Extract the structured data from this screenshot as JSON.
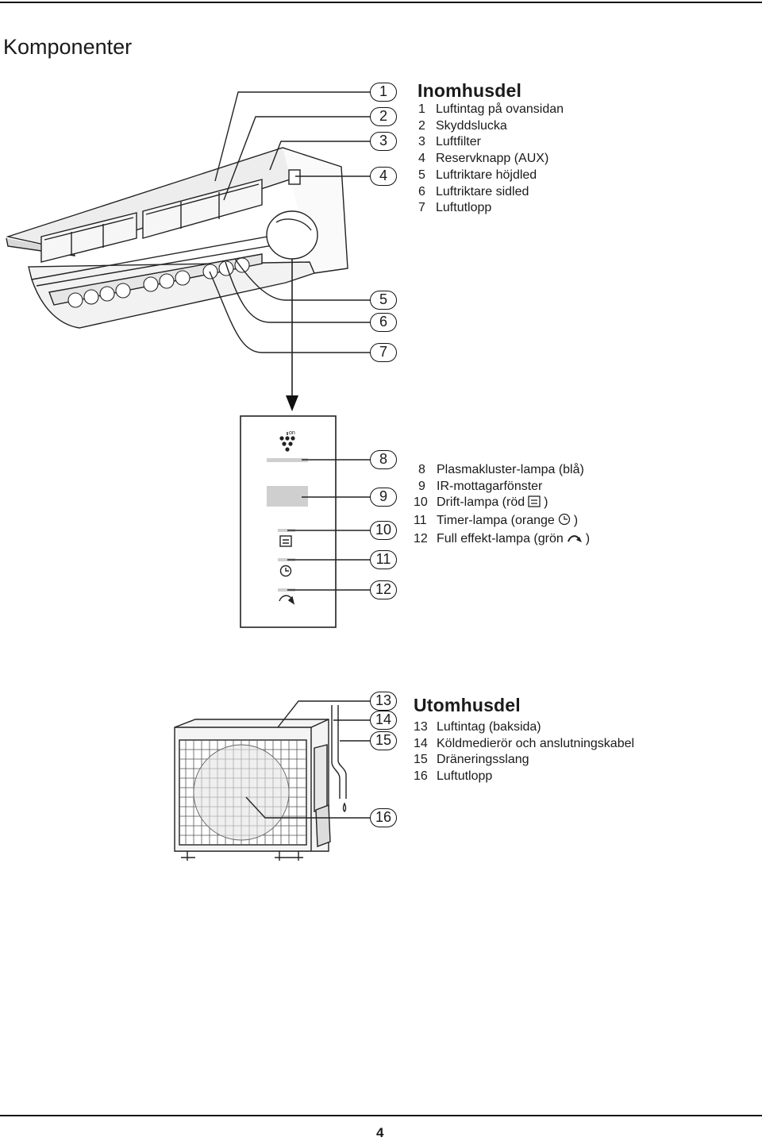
{
  "page": {
    "title": "Komponenter",
    "number": "4"
  },
  "indoor": {
    "heading": "Inomhusdel",
    "items": [
      {
        "num": "1",
        "label": "Luftintag på ovansidan"
      },
      {
        "num": "2",
        "label": "Skyddslucka"
      },
      {
        "num": "3",
        "label": "Luftfilter"
      },
      {
        "num": "4",
        "label": "Reservknapp (AUX)"
      },
      {
        "num": "5",
        "label": "Luftriktare höjdled"
      },
      {
        "num": "6",
        "label": "Luftriktare sidled"
      },
      {
        "num": "7",
        "label": "Luftutlopp"
      }
    ]
  },
  "panel": {
    "on_label": "on",
    "items": [
      {
        "num": "8",
        "label": "Plasmakluster-lampa (blå)"
      },
      {
        "num": "9",
        "label": "IR-mottagarfönster"
      },
      {
        "num": "10",
        "label": "Drift-lampa (röd",
        "icon": "operation-icon",
        "close": ")"
      },
      {
        "num": "11",
        "label": "Timer-lampa (orange",
        "icon": "clock-icon",
        "close": ")"
      },
      {
        "num": "12",
        "label": "Full effekt-lampa (grön",
        "icon": "full-power-icon",
        "close": ")"
      }
    ]
  },
  "outdoor": {
    "heading": "Utomhusdel",
    "items": [
      {
        "num": "13",
        "label": "Luftintag (baksida)"
      },
      {
        "num": "14",
        "label": "Köldmedierör och anslutningskabel"
      },
      {
        "num": "15",
        "label": "Dräneringsslang"
      },
      {
        "num": "16",
        "label": "Luftutlopp"
      }
    ]
  }
}
